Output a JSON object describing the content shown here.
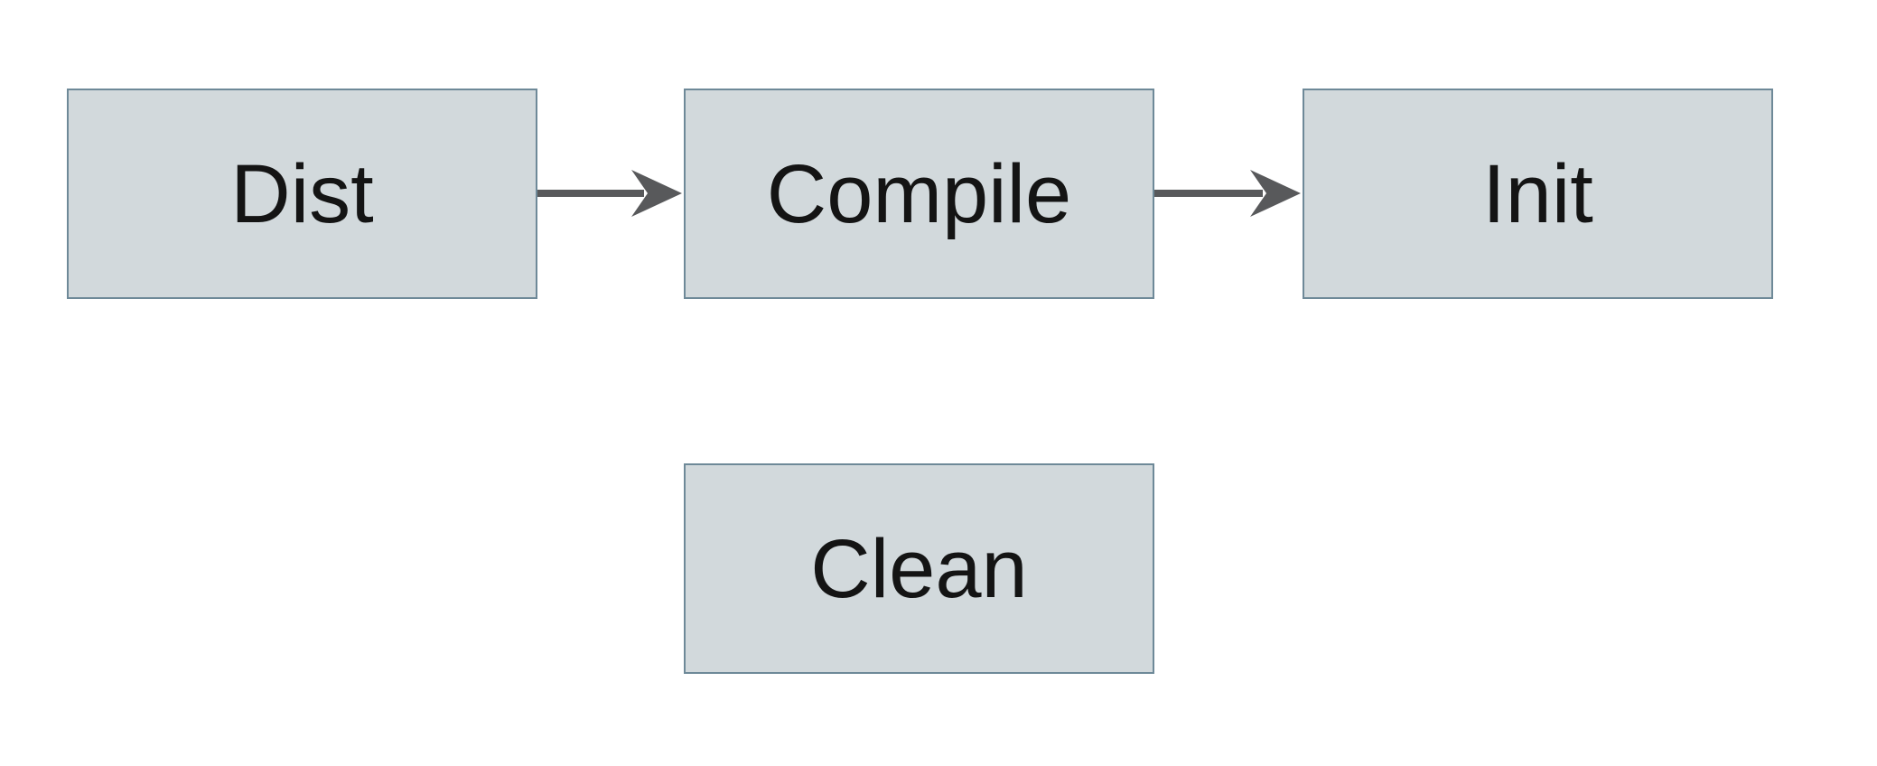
{
  "diagram": {
    "title": "build-targets-flowchart",
    "nodes": [
      {
        "id": "dist",
        "label": "Dist"
      },
      {
        "id": "compile",
        "label": "Compile"
      },
      {
        "id": "init",
        "label": "Init"
      },
      {
        "id": "clean",
        "label": "Clean"
      }
    ],
    "edges": [
      {
        "from": "Dist",
        "to": "Compile",
        "direction": "right"
      },
      {
        "from": "Compile",
        "to": "Init",
        "direction": "right"
      }
    ],
    "colors": {
      "canvas_bg": "#ffffff",
      "node_fill": "#d2d9dc",
      "node_border": "#6e8998",
      "arrow": "#58595b",
      "text": "#141414"
    }
  }
}
